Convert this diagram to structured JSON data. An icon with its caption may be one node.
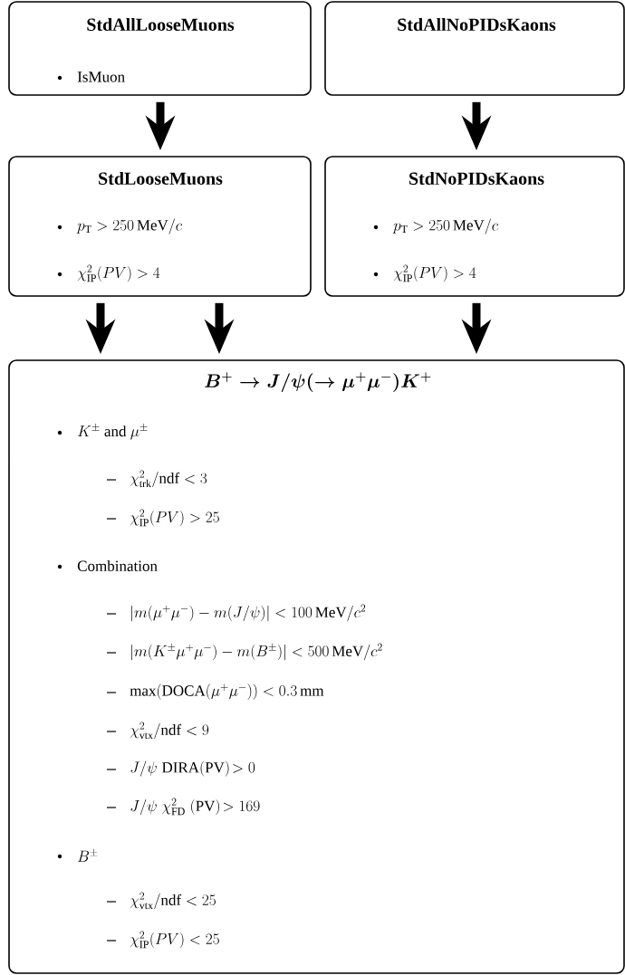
{
  "diagram": {
    "nodes": [
      {
        "text": [
          "StdAllLooseMuons",
          "IsMuon"
        ]
      },
      {
        "text": [
          "StdAllNoPIDsKaons"
        ]
      },
      {
        "text": [
          "StdLooseMuons",
          "p_{\\mathrm{T}} > 250\\,\\mathrm{MeV}/c",
          "\\chi^2_{\\mathrm{IP}}(PV) > 4"
        ]
      },
      {
        "text": [
          "StdNoPIDsKaons",
          "p_{\\mathrm{T}} > 250\\,\\mathrm{MeV}/c",
          "\\chi^2_{\\mathrm{IP}}(PV) > 4"
        ]
      },
      {
        "text": [
          "B^{+}\\to J/\\psi(\\to\\mu^{+}\\mu^{-})K^{+}",
          "K^{\\pm}\\mbox{ and }\\mu^{\\pm}",
          "\\chi^2_{\\mathrm{trk}}/\\mathrm{ndf} < 3",
          "\\chi^2_{\\mathrm{IP}}(PV) > 25",
          "Combination",
          "|m(\\mu^{+}\\mu^{-}) - m(J/\\psi)| < 100\\,\\mathrm{MeV}/c^{2}",
          "|m(K^{\\pm}\\mu^{+}\\mu^{-}) - m(B^{\\pm})| < 500\\,\\mathrm{MeV}/c^{2}",
          "\\max(\\mathrm{DOCA}(\\mu^{+}\\mu^{-})) < 0.3\\,\\mathrm{mm}",
          "\\chi^2_{\\mathrm{vtx}}/\\mathrm{ndf} < 9",
          "J/\\psi\\;\\mathrm{DIRA(PV)}\\!> 0",
          "J/\\psi\\;\\chi^2_{\\mathrm{FD}}\\;\\mathrm{(PV)}\\!> 169",
          "B^{\\pm}",
          "\\chi^2_{\\mathrm{vtx}}/\\mathrm{ndf} < 25",
          "\\chi^2_{\\mathrm{IP}}(PV) < 25"
        ]
      }
    ],
    "edges": [
      {
        "from": 0,
        "to": 2,
        "arrow": "to"
      },
      {
        "from": 1,
        "to": 3,
        "arrow": "to"
      },
      {
        "from": 2,
        "to": 4,
        "arrow": "to"
      },
      {
        "from": 2,
        "to": 4,
        "arrow": "to"
      },
      {
        "from": 3,
        "to": 4,
        "arrow": "to"
      }
    ]
  }
}
